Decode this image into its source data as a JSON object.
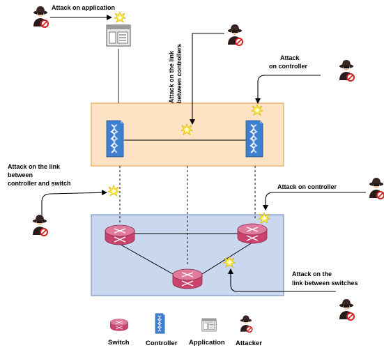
{
  "colors": {
    "controller_plane_fill": "#fde3c4",
    "controller_plane_border": "#e8a552",
    "data_plane_fill": "#c9d8ef",
    "data_plane_border": "#7a98c9",
    "switch_fill": "#d6577e",
    "controller_fill": "#3e7fd0",
    "star_fill": "#fff35c",
    "attacker_badge": "#d42020"
  },
  "attack_labels": {
    "application": "Attack on application",
    "link_controllers_1": "Attack on the link",
    "link_controllers_2": "between controllers",
    "controller_top_1": "Attack",
    "controller_top_2": "on controller",
    "link_ctrl_switch_1": "Attack on the link",
    "link_ctrl_switch_2": "between",
    "link_ctrl_switch_3": "controller and switch",
    "controller_right": "Attack on controller",
    "link_switches_1": "Attack on the",
    "link_switches_2": "link between switches"
  },
  "legend": {
    "switch": "Switch",
    "controller": "Controller",
    "application": "Application",
    "attacker": "Attacker"
  },
  "icons": {
    "attacker": "hacker-icon",
    "switch": "router-switch-icon",
    "controller": "controller-server-icon",
    "application": "application-window-icon",
    "attack_point": "starburst-icon"
  }
}
